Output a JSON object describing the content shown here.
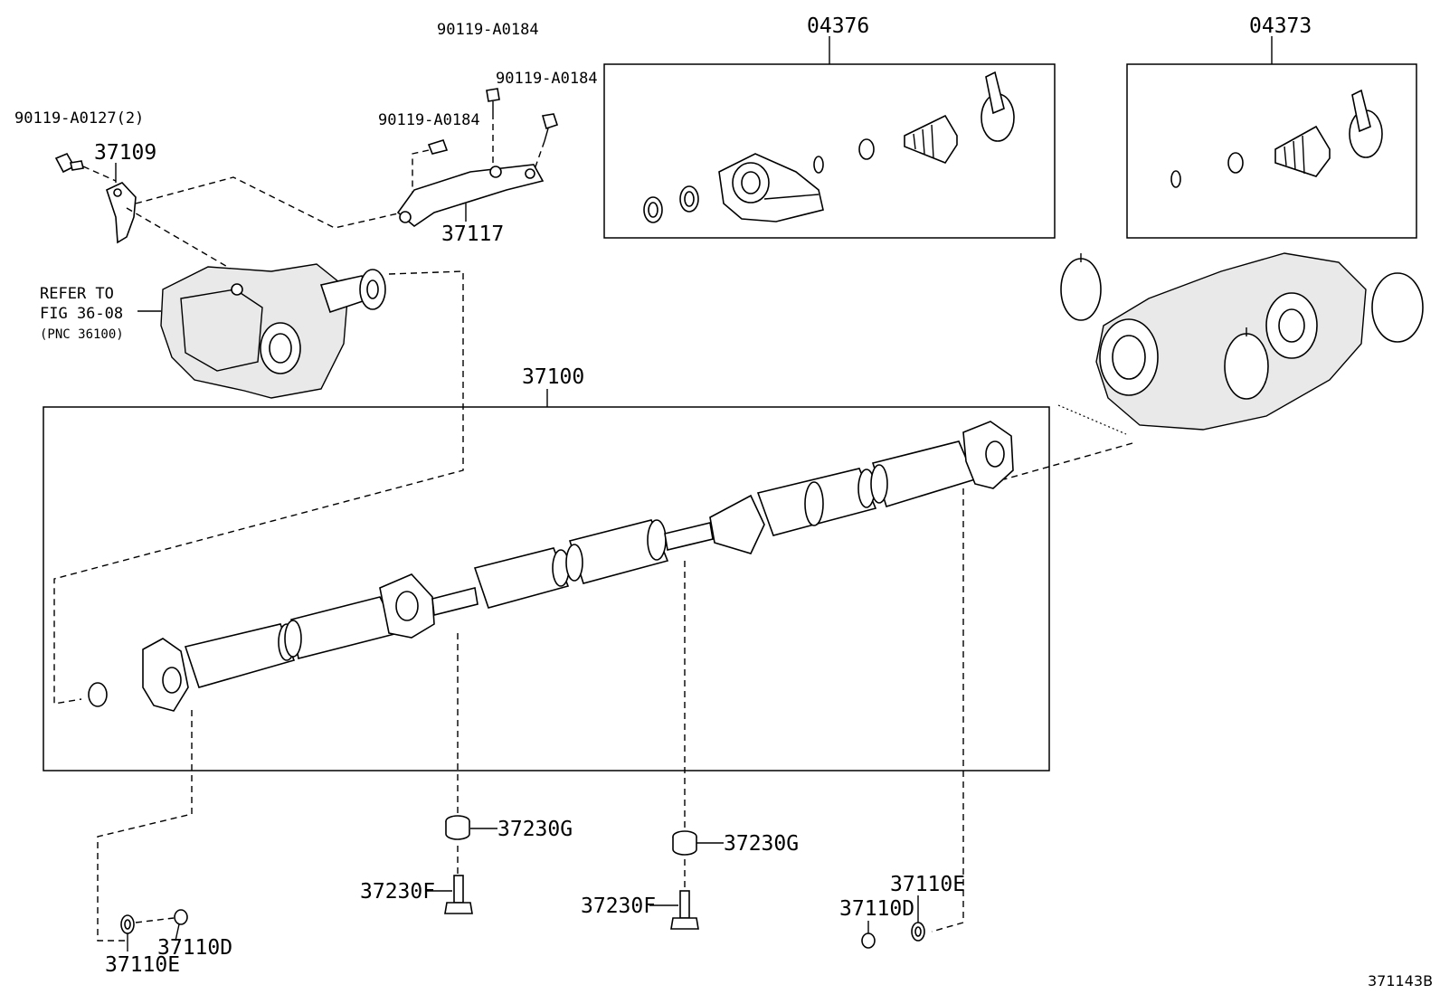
{
  "diagram": {
    "figure_number": "371143B",
    "reference_note": {
      "line1": "REFER TO",
      "line2": "FIG 36-08",
      "line3": "(PNC 36100)"
    },
    "labels": {
      "p_04376": "04376",
      "p_04373": "04373",
      "p_37109": "37109",
      "p_37117": "37117",
      "p_37100": "37100",
      "bolt_a0127": "90119-A0127(2)",
      "bolt_a0184_top": "90119-A0184",
      "bolt_a0184_right": "90119-A0184",
      "bolt_a0184_left": "90119-A0184",
      "p_37230g_left": "37230G",
      "p_37230g_right": "37230G",
      "p_37230f_left": "37230F",
      "p_37230f_right": "37230F",
      "p_37110e_left": "37110E",
      "p_37110d_left": "37110D",
      "p_37110e_right": "37110E",
      "p_37110d_right": "37110D"
    }
  }
}
